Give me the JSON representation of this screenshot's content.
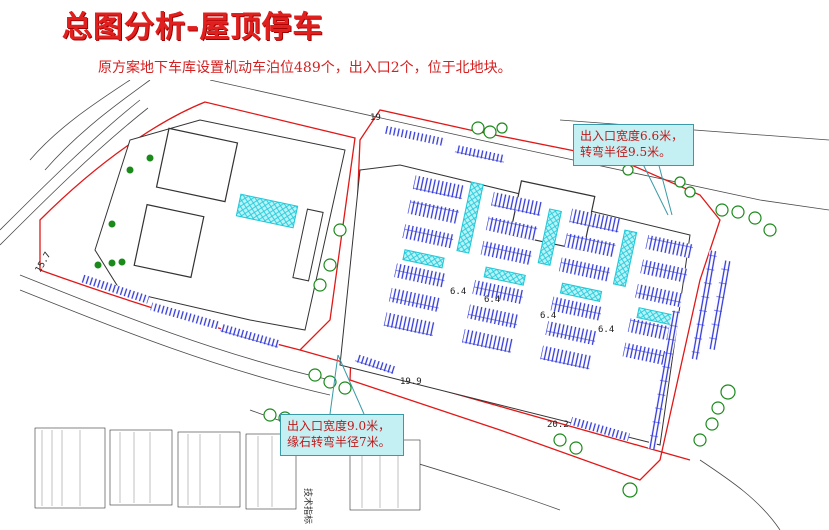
{
  "title": "总图分析-屋顶停车",
  "subtitle": "原方案地下车库设置机动车泊位489个，出入口2个，位于北地块。",
  "callouts": {
    "top": {
      "line1": "出入口宽度6.6米，",
      "line2": "转弯半径9.5米。"
    },
    "bottom": {
      "line1": "出入口宽度9.0米，",
      "line2": "缘石转弯半径7米。"
    }
  },
  "plan": {
    "dimensions": [
      "6.4",
      "6.4",
      "6.4",
      "6.4",
      "19.9",
      "20.2",
      "15.7",
      "19"
    ],
    "table_heading": "技术指标"
  },
  "colors": {
    "title": "#e0201f",
    "subtitle": "#d42020",
    "parking": "#2f36d8",
    "green_hatch": "#39d4e0",
    "site_line": "#e01818",
    "callout_bg": "#c4f0f4"
  }
}
